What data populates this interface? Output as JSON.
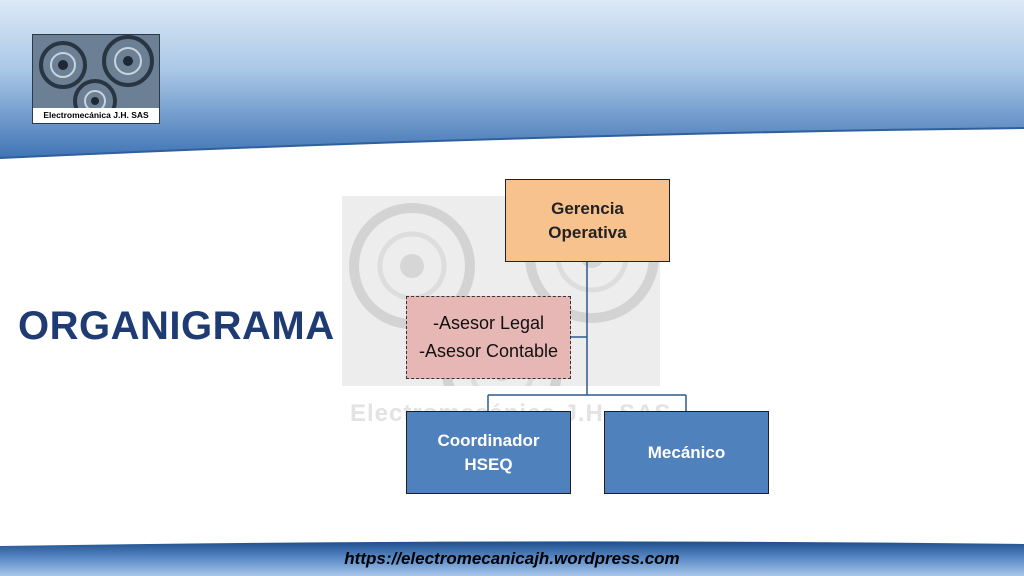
{
  "logo": {
    "label": "Electromecánica J.H. SAS"
  },
  "title": "ORGANIGRAMA",
  "watermark": {
    "text": "Electromecánica J.H. SAS"
  },
  "org_chart": {
    "root": "Gerencia Operativa",
    "advisors": [
      "-Asesor Legal",
      "-Asesor Contable"
    ],
    "children": [
      "Coordinador HSEQ",
      "Mecánico"
    ]
  },
  "footer": {
    "url": "https://electromecanicajh.wordpress.com"
  },
  "colors": {
    "title": "#1f3b73",
    "root_fill": "#f8c28e",
    "advisor_fill": "#e6b7b4",
    "child_fill": "#4f81bd",
    "header_band": "#3f74b4"
  }
}
